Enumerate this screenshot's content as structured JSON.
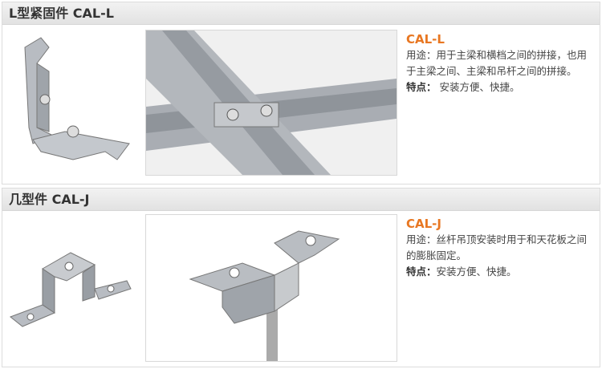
{
  "sections": [
    {
      "header": "L型紧固件 CAL-L",
      "title": "CAL-L",
      "usage_label": "用途：",
      "usage": "用于主梁和横档之间的拼接，也用于主梁之间、主梁和吊杆之间的拼接。",
      "feature_label": "特点：",
      "feature": " 安装方便、快捷。"
    },
    {
      "header": "几型件 CAL-J",
      "title": "CAL-J",
      "usage_label": "用途：",
      "usage": "丝杆吊顶安装时用于和天花板之间的膨胀固定。",
      "feature_label": "特点：",
      "feature": "安装方便、快捷。"
    }
  ]
}
